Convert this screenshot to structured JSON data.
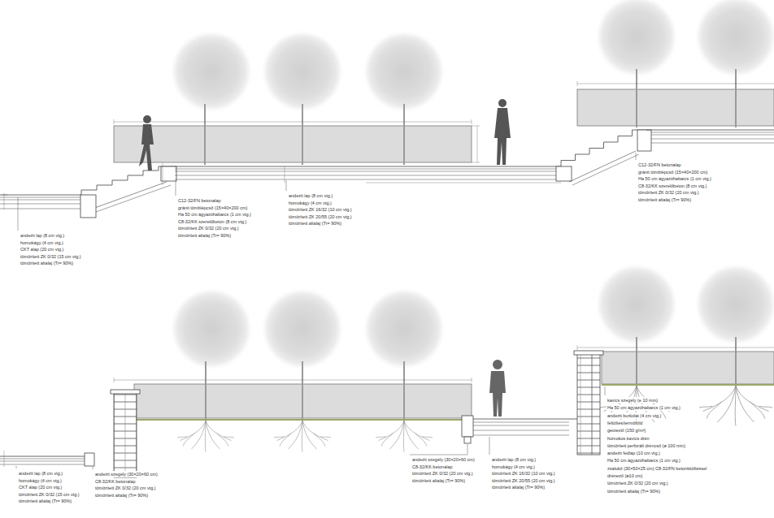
{
  "diagram": {
    "labels": [
      "andezit lap (8 cm vtg.)",
      "homokágy (4 cm vtg.)",
      "CKT alap (20 cm vtg.)",
      "tömörített ZK 0/32 (15 cm vtg.)",
      "tömörített altalaj (Tr= 90%)",
      "C12-32/FN betonalap",
      "gránit tömblépcső (15×40×200 cm)",
      "Ha 50 cm ágyazóhabarcs (1 cm vtg.)",
      "C8-32/KK szerelőbeton (8 cm vtg.)",
      "tömörített ZK 0/32 (20 cm vtg.)",
      "tömörített altalaj (Tr= 90%)",
      "andezit lap (8 cm vtg.)",
      "homokágy (4 cm vtg.)",
      "tömörített ZK 16/32 (10 cm vtg.)",
      "tömörített ZK 20/55 (20 cm vtg.)",
      "tömörített altalaj (Tr= 90%)",
      "C12-32/FN betonalap",
      "gránit tömblépcső (15×40×200 cm)",
      "Ha 50 cm ágyazóhabarcs (1 cm vtg.)",
      "C8-32/KK szerelőbeton (8 cm vtg.)",
      "tömörített ZK 0/32 (20 cm vtg.)",
      "tömörített altalaj (Tr= 90%)",
      "andezit lap (8 cm vtg.)",
      "homokágy (4 cm vtg.)",
      "CKT alap (20 cm vtg.)",
      "tömörített ZK 0/32 (15 cm vtg.)",
      "tömörített altalaj (Tr= 90%)",
      "andezit szegély (30×20×60 cm)",
      "C8-32/KK betonalap",
      "tömörített ZK 0/32 (20 cm vtg.)",
      "tömörített altalaj (Tr= 90%)",
      "andezit szegély (30×20×60 cm)",
      "C8-32/KK betonalap",
      "tömörített ZK 0/32 (20 cm vtg.)",
      "tömörített altalaj (Tr= 90%)",
      "andezit lap (8 cm vtg.)",
      "homokágy (4 cm vtg.)",
      "tömörített ZK 16/32 (10 cm vtg.)",
      "tömörített ZK 20/55 (20 cm vtg.)",
      "tömörített altalaj (Tr= 90%)",
      "kavics szegély (e 10 mm)",
      "Ha 50 cm ágyazóhabarcs (1 cm vtg.)",
      "andezit burkolat (4 cm vtg.)",
      "feltöltés/termőföld",
      "geotextil (150 g/m²)",
      "homokos kavics drén",
      "tömörített perforált dréncső (ø 100 mm)",
      "andezit fedlap (10 cm vtg.)",
      "Ha 50 cm ágyazóhabarcs (1 cm vtg.)",
      "zsalukő (30×50×25 cm) C8-32/FN betonkitöltéssel",
      "drénező (ø10 cm)",
      "tömörített ZK 0/32 (20 cm vtg.)",
      "tömörített altalaj (Tr= 90%)"
    ]
  }
}
